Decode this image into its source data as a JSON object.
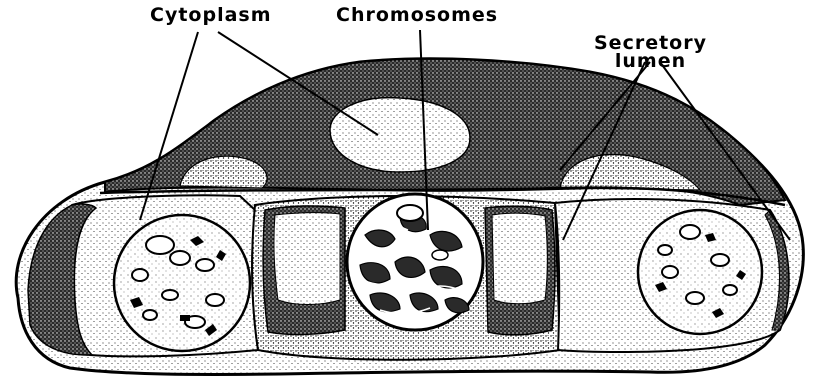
{
  "labels": {
    "cytoplasm": "Cytoplasm",
    "chromosomes": "Chromosomes",
    "secretory_line1": "Secretory",
    "secretory_line2": "lumen"
  },
  "colors": {
    "ink": "#000000",
    "paper": "#ffffff"
  }
}
